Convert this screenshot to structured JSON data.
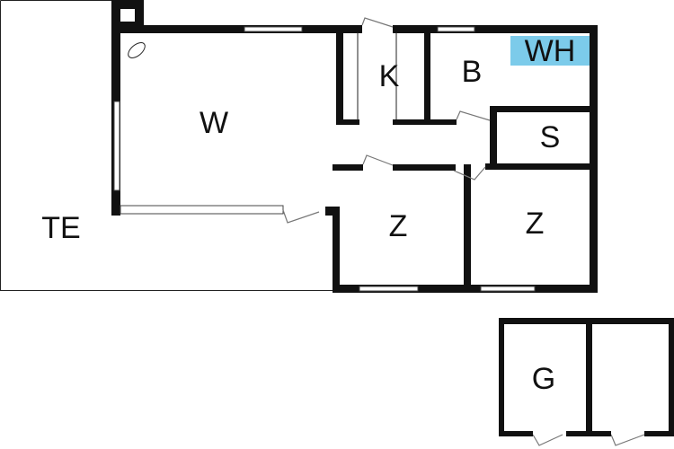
{
  "rooms": {
    "terrace": "TE",
    "living": "W",
    "kitchen": "K",
    "bathroom": "B",
    "water_heater": "WH",
    "storage": "S",
    "bedroom_1": "Z",
    "bedroom_2": "Z",
    "garage": "G"
  },
  "colors": {
    "wall": "#111111",
    "water_heater_highlight": "#7ccbea",
    "background": "#ffffff"
  }
}
